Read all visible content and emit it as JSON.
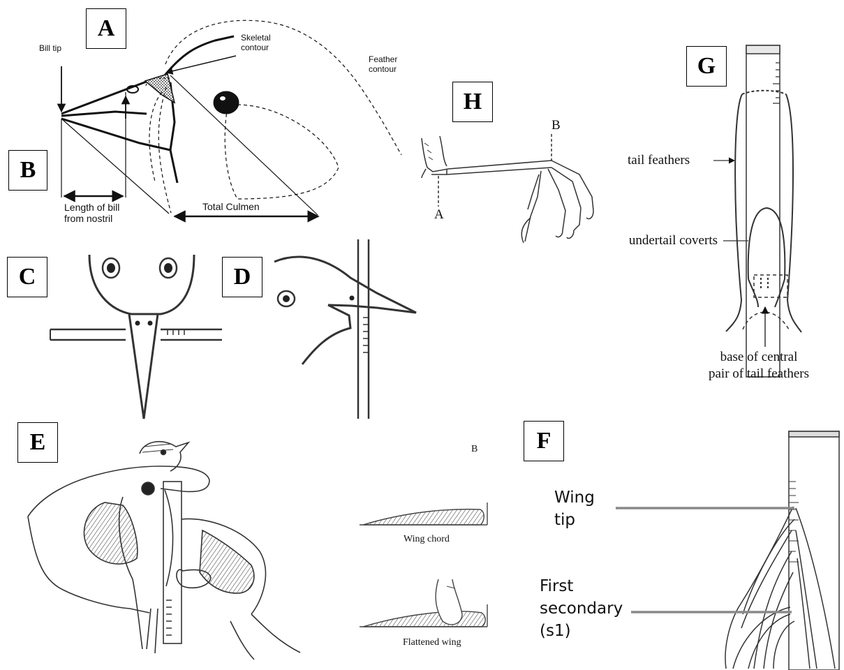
{
  "panels": {
    "A": {
      "label": "A",
      "bill_tip": "Bill tip",
      "skeletal_contour": "Skeletal\ncontour",
      "feather_contour": "Feather\ncontour",
      "length_from_nostril": "Length of bill\nfrom nostril",
      "total_culmen": "Total Culmen"
    },
    "B": {
      "label": "B"
    },
    "C": {
      "label": "C"
    },
    "D": {
      "label": "D"
    },
    "E": {
      "label": "E"
    },
    "F": {
      "label": "F",
      "wing_tip": "Wing\ntip",
      "first_secondary": "First\nsecondary\n(s1)"
    },
    "G": {
      "label": "G",
      "tail_feathers": "tail feathers",
      "undertail_coverts": "undertail coverts",
      "base_central": "base of central\npair of tail feathers"
    },
    "H": {
      "label": "H",
      "point_a": "A",
      "point_b": "B"
    },
    "wing_inset": {
      "letter": "B",
      "wing_chord": "Wing chord",
      "flattened_wing": "Flattened wing"
    }
  },
  "colors": {
    "line": "#111111",
    "pointer": "#8a8a8a",
    "stipple": "#333333"
  }
}
